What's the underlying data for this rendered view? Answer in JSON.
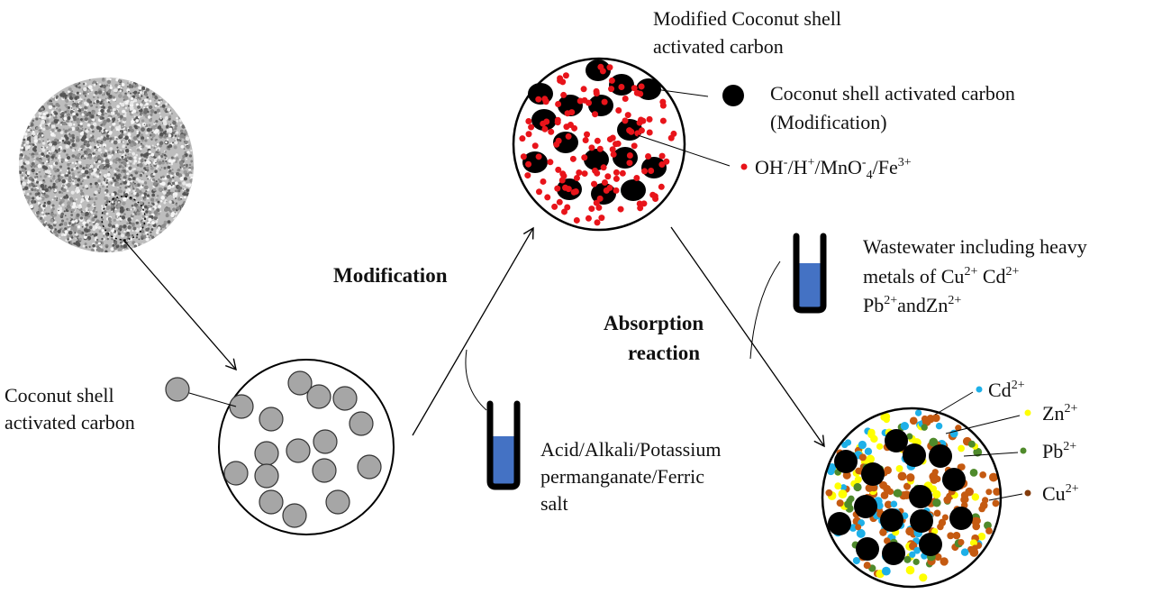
{
  "colors": {
    "carbon_gray": "#a6a6a6",
    "carbon_black": "#000000",
    "modifier_red": "#e8141a",
    "solution_blue": "#4472c4",
    "cd": "#1eb0e8",
    "zn": "#ffff00",
    "pb": "#4f8a2b",
    "cu": "#c55a11"
  },
  "left": {
    "carbon_label_line1": "Coconut shell",
    "carbon_label_line2": "activated carbon"
  },
  "step1": {
    "label": "Modification",
    "reagent_line1": "Acid/Alkali/Potassium",
    "reagent_line2": "permanganate/Ferric",
    "reagent_line3": "salt"
  },
  "modified": {
    "title_line1": "Modified Coconut shell",
    "title_line2": "activated carbon",
    "legend_carbon_line1": "Coconut shell activated carbon",
    "legend_carbon_line2": "(Modification)",
    "legend_ions": {
      "oh": "OH",
      "oh_sup": "-",
      "h": "/H",
      "h_sup": "+",
      "mno": "/MnO",
      "mno_sup": "-",
      "mno_sub": "4",
      "fe": "/Fe",
      "fe_sup": "3+"
    }
  },
  "step2": {
    "label_line1": "Absorption",
    "label_line2": "reaction",
    "wastewater_line1": "Wastewater including heavy",
    "wastewater_line2_a": "metals of Cu",
    "wastewater_line2_sup1": "2+",
    "wastewater_line2_b": " Cd",
    "wastewater_line2_sup2": "2+",
    "wastewater_line3_a": "Pb",
    "wastewater_line3_sup1": "2+",
    "wastewater_line3_b": "andZn",
    "wastewater_line3_sup2": "2+"
  },
  "metals": [
    {
      "symbol": "Cd",
      "charge": "2+"
    },
    {
      "symbol": "Zn",
      "charge": "2+"
    },
    {
      "symbol": "Pb",
      "charge": "2+"
    },
    {
      "symbol": "Cu",
      "charge": "2+"
    }
  ]
}
